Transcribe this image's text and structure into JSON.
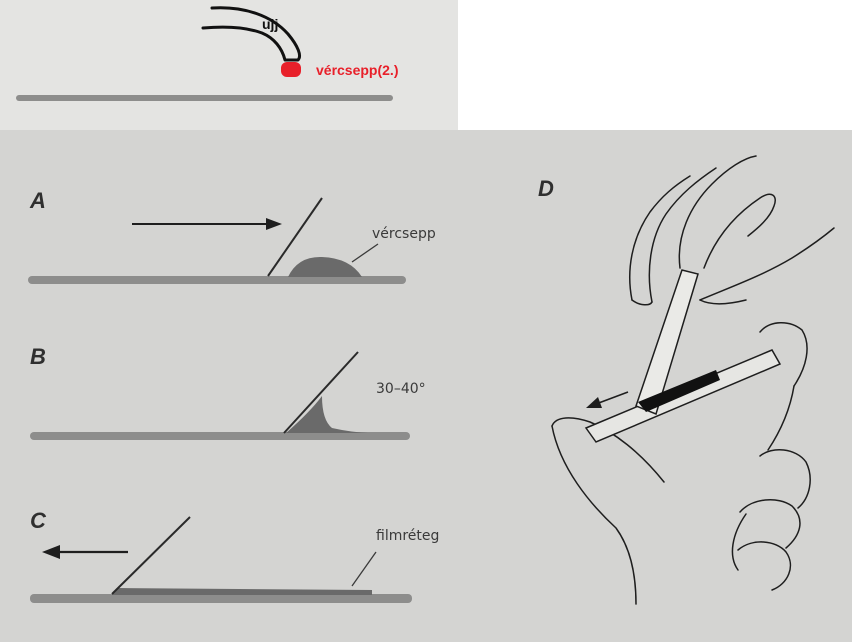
{
  "inset": {
    "finger_label": "ujj",
    "drop_label": "vércsepp(2.)",
    "drop_color": "#e8202a"
  },
  "panels": {
    "a": {
      "letter": "A",
      "label": "vércsepp"
    },
    "b": {
      "letter": "B",
      "label": "30–40°"
    },
    "c": {
      "letter": "C",
      "label": "filmréteg"
    },
    "d": {
      "letter": "D"
    }
  },
  "colors": {
    "paper": "#d4d4d2",
    "slide": "#8d8d8c",
    "blood": "#6a6a6a",
    "ink": "#1e1e1e"
  }
}
